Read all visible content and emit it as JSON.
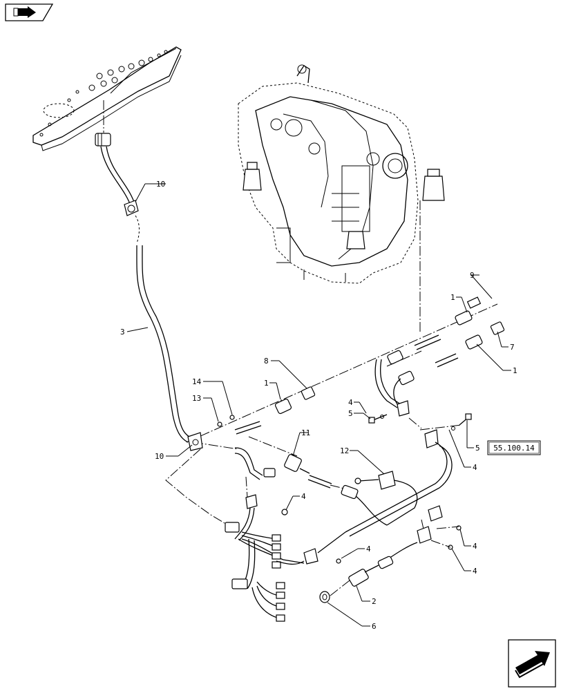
{
  "nav": {
    "prev_icon": "arrow-prev-page-icon",
    "next_icon": "arrow-next-page-icon"
  },
  "callouts": {
    "c1a": "1",
    "c1b": "1",
    "c1c": "1",
    "c2": "2",
    "c3": "3",
    "c4a": "4",
    "c4b": "4",
    "c4c": "4",
    "c4d": "4",
    "c4e": "4",
    "c4f": "4",
    "c5a": "5",
    "c5b": "5",
    "c6": "6",
    "c7": "7",
    "c8": "8",
    "c9": "9",
    "c10a": "10",
    "c10b": "10",
    "c11": "11",
    "c12": "12",
    "c13": "13",
    "c14": "14"
  },
  "reference_box": "55.100.14"
}
